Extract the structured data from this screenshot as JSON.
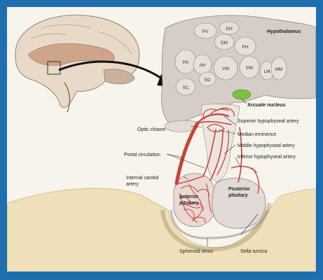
{
  "nuclei": {
    "pv": "PV",
    "dh": "DH",
    "dm": "DM",
    "ph": "PH",
    "pa": "PA",
    "ah": "AH",
    "vm": "VM",
    "pm": "PM",
    "lm": "LM",
    "mm": "MM",
    "sc": "SC",
    "so": "SO"
  },
  "labels": {
    "hypothalamus": "Hypothalamus",
    "arcuate_nucleus": "Arcuate nucleus",
    "superior_hypophyseal_artery": "Superior hypophyseal artery",
    "optic_chiasm": "Optic chiasm",
    "median_eminence": "Median eminence",
    "middle_hypophyseal_artery": "Middle hypophyseal artery",
    "portal_circulation": "Portal circulation",
    "inferior_hypophyseal_artery": "Inferior hypophyseal artery",
    "internal_carotid_line1": "Internal carotid",
    "internal_carotid_line2": "artery",
    "anterior_line1": "Anterior",
    "anterior_line2": "pituitary",
    "posterior_line1": "Posterior",
    "posterior_line2": "pituitary",
    "sphenoid_sinus": "Sphenoid sinus",
    "sella_turcica": "Sella turcica"
  },
  "colors": {
    "frame": "#1f6fb0",
    "background": "#f7f4ec",
    "brain_tissue": "#d6cdc6",
    "artery": "#c9423a",
    "arcuate": "#7cc242",
    "bone": "#efe0b8"
  }
}
